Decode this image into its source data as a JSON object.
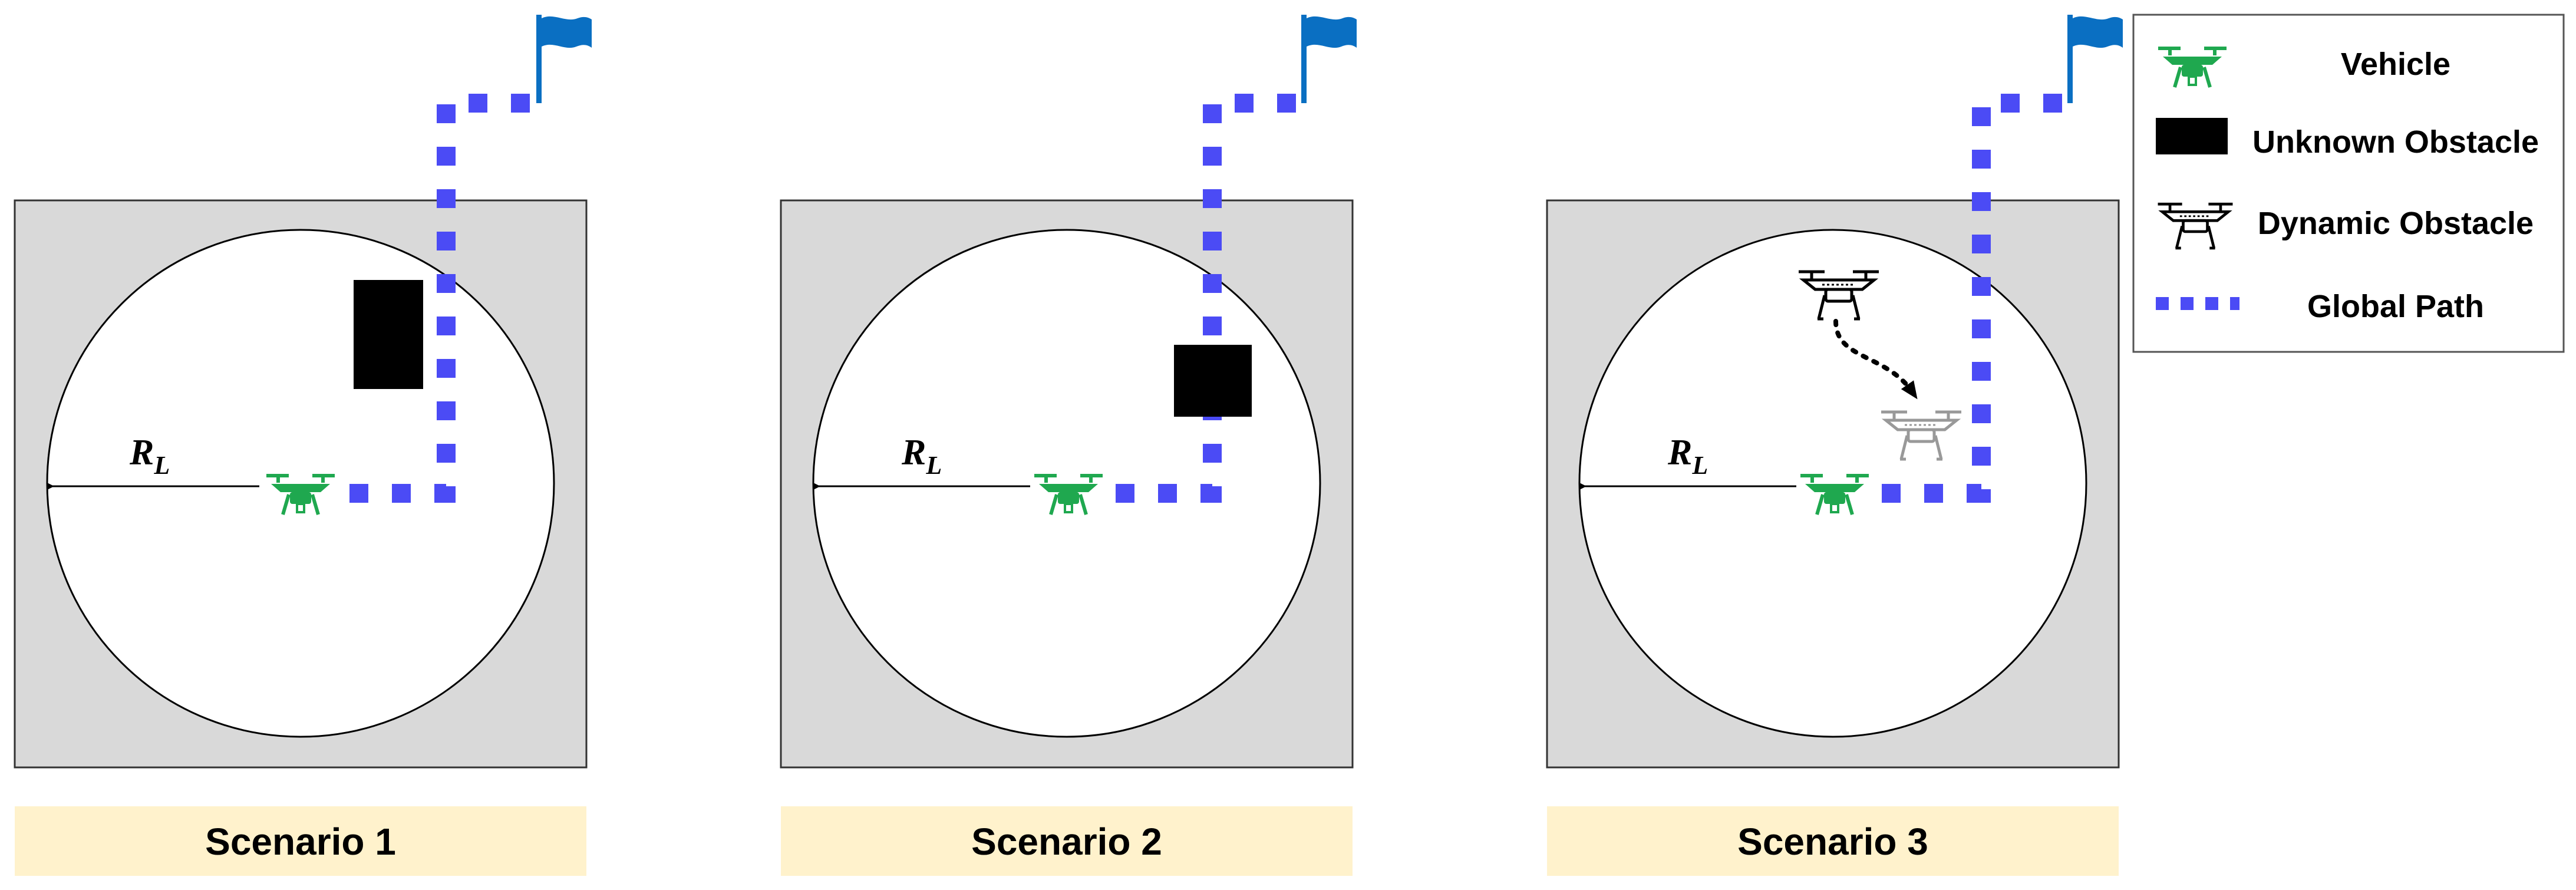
{
  "scenarios": [
    {
      "label": "Scenario 1",
      "radius_label": "R",
      "radius_subscript": "L",
      "obstacle": "unknown-obstacle"
    },
    {
      "label": "Scenario 2",
      "radius_label": "R",
      "radius_subscript": "L",
      "obstacle": "unknown-obstacle"
    },
    {
      "label": "Scenario 3",
      "radius_label": "R",
      "radius_subscript": "L",
      "obstacle": "dynamic-obstacle"
    }
  ],
  "legend": {
    "items": [
      {
        "label": "Vehicle",
        "icon": "drone-icon"
      },
      {
        "label": "Unknown Obstacle",
        "icon": "black-box-icon"
      },
      {
        "label": "Dynamic Obstacle",
        "icon": "drone-outline-icon"
      },
      {
        "label": "Global Path",
        "icon": "dotted-line-icon"
      }
    ]
  },
  "colors": {
    "vehicle": "#1fa84f",
    "path": "#4b4bf5",
    "flag": "#0a6fc2",
    "panel_bg": "#d9d9d9",
    "label_bg": "#fff2cc",
    "obstacle": "#000000"
  }
}
